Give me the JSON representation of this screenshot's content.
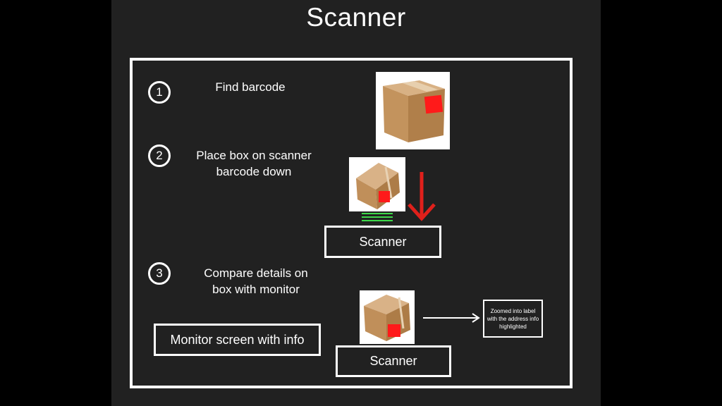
{
  "title": "Scanner",
  "steps": [
    {
      "number": "1",
      "text_lines": [
        "Find barcode"
      ]
    },
    {
      "number": "2",
      "text_lines": [
        "Place box on scanner",
        "barcode down"
      ]
    },
    {
      "number": "3",
      "text_lines": [
        "Compare details on",
        "box with monitor"
      ]
    }
  ],
  "scanner_label_top": "Scanner",
  "scanner_label_bottom": "Scanner",
  "monitor_label": "Monitor screen with info",
  "zoom_note": "Zoomed into label with the address info highlighted",
  "colors": {
    "background": "#212121",
    "outer": "#000000",
    "line": "#ffffff",
    "arrow_down": "#e0201b",
    "barcode_patch": "#ff1a1a",
    "scan_lines": "#3ed84a",
    "cardboard": "#c79a66"
  },
  "icons": [
    "cardboard-box-icon",
    "down-arrow-icon",
    "right-arrow-icon",
    "scan-lines-icon"
  ]
}
